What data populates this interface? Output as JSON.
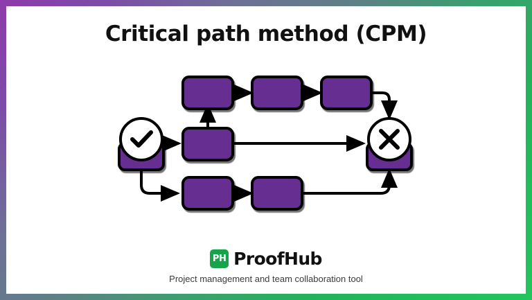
{
  "slide": {
    "title": "Critical path method (CPM)",
    "border_gradient_from": "#8e3bab",
    "border_gradient_to": "#22c55e",
    "background": "#ffffff"
  },
  "diagram": {
    "name": "critical-path-network-diagram",
    "node_fill": "#662D91",
    "node_stroke": "#000000",
    "terminal_fill": "#ffffff",
    "start_node": {
      "label": "",
      "icon": "check-icon",
      "shape": "circle-over-rounded-rect"
    },
    "end_node": {
      "label": "",
      "icon": "close-x-icon",
      "shape": "circle-over-rounded-rect"
    },
    "top_row_tasks": [
      {
        "label": ""
      },
      {
        "label": ""
      },
      {
        "label": ""
      }
    ],
    "middle_row_tasks": [
      {
        "label": ""
      }
    ],
    "bottom_row_tasks": [
      {
        "label": ""
      },
      {
        "label": ""
      }
    ],
    "connectors": [
      {
        "from": "start-node",
        "to": "middle-task-1",
        "style": "straight-arrow"
      },
      {
        "from": "middle-task-1",
        "to": "top-task-1",
        "style": "vertical-arrow-up"
      },
      {
        "from": "top-task-1",
        "to": "top-task-2",
        "style": "straight-arrow"
      },
      {
        "from": "top-task-2",
        "to": "top-task-3",
        "style": "straight-arrow"
      },
      {
        "from": "top-task-3",
        "to": "end-node",
        "style": "elbow-arrow-down"
      },
      {
        "from": "middle-task-1",
        "to": "end-node",
        "style": "long-straight-arrow"
      },
      {
        "from": "start-node",
        "to": "bottom-task-1",
        "style": "elbow-arrow-down-right"
      },
      {
        "from": "bottom-task-1",
        "to": "bottom-task-2",
        "style": "straight-arrow"
      },
      {
        "from": "bottom-task-2",
        "to": "end-node",
        "style": "elbow-arrow-up"
      }
    ]
  },
  "footer": {
    "brand_mark": "PH",
    "brand_mark_color": "#16a34a",
    "brand_name": "ProofHub",
    "tagline": "Project management and team collaboration tool"
  }
}
